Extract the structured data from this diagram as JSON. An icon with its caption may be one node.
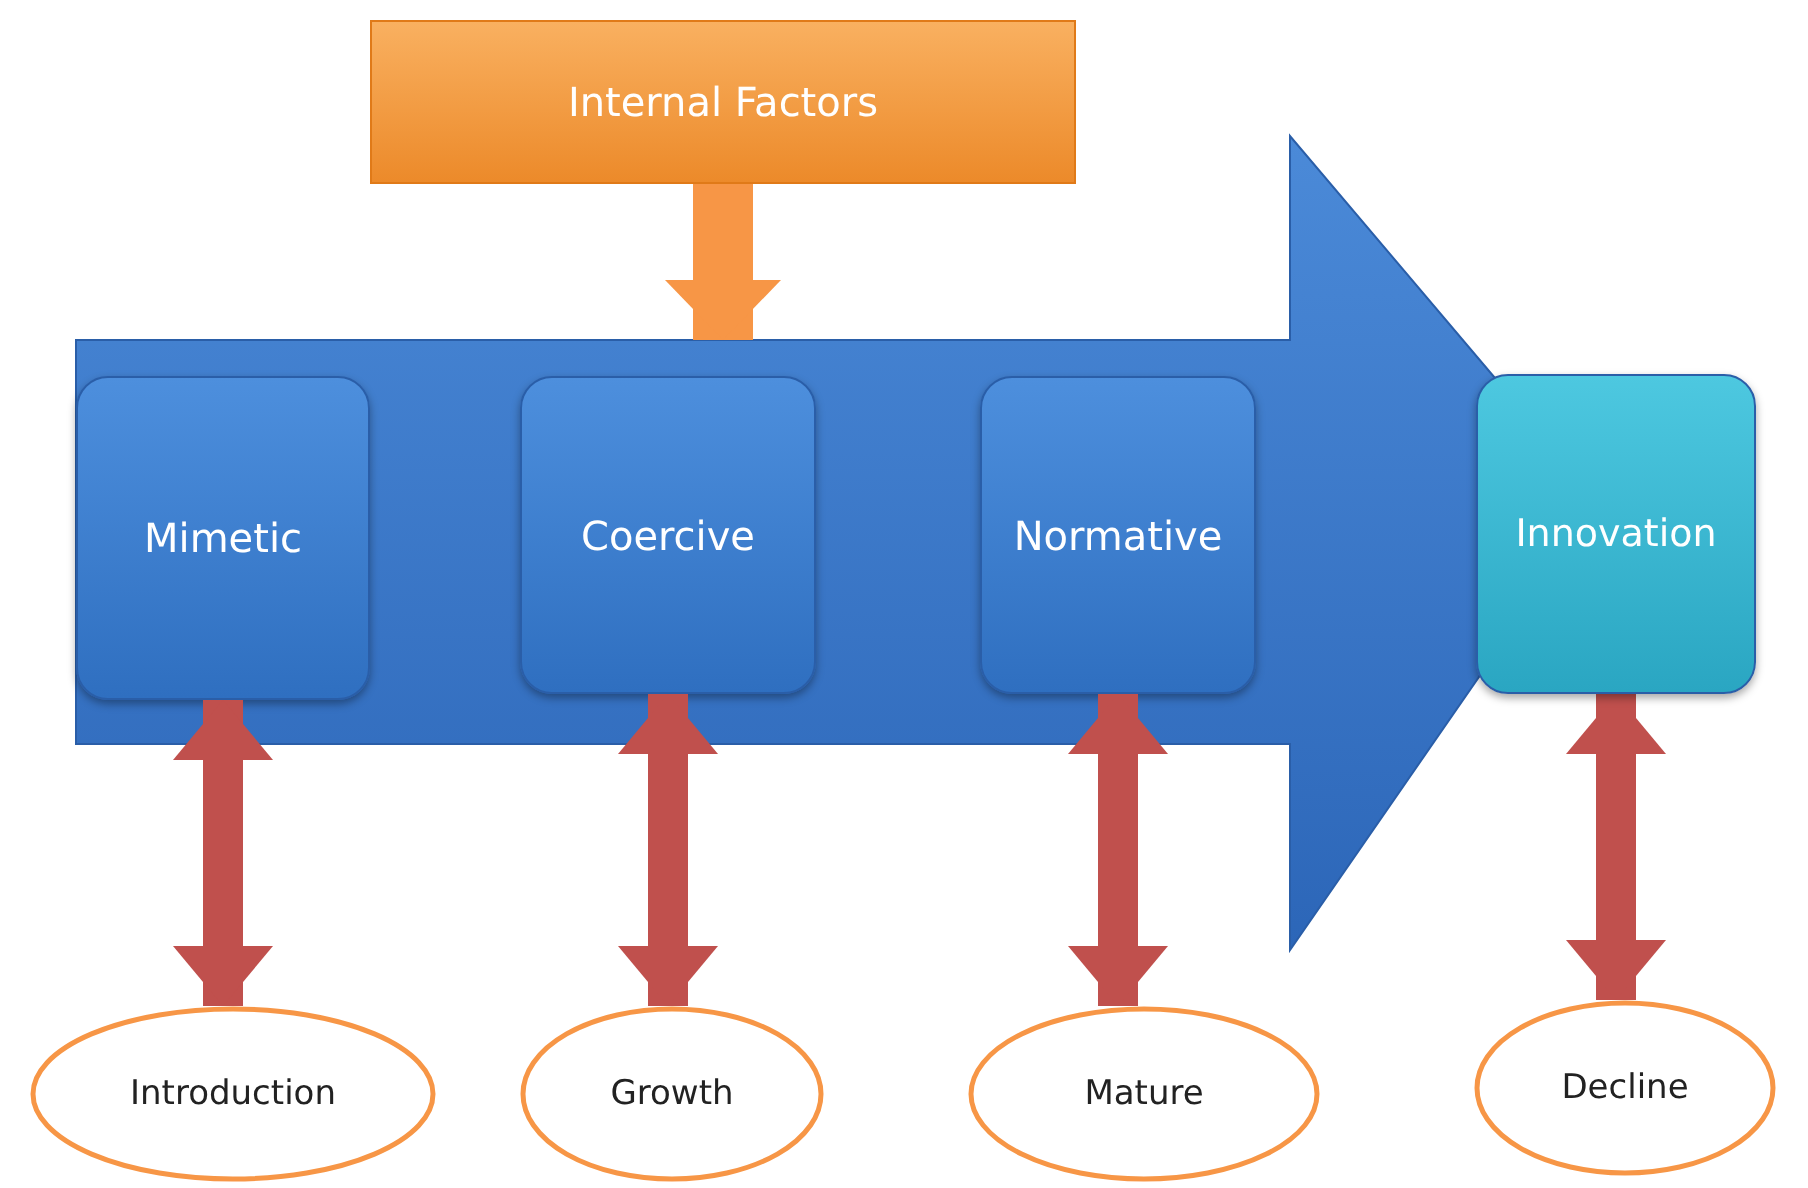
{
  "diagram": {
    "nodes": [
      {
        "text": [
          "Internal Factors"
        ]
      },
      {
        "text": [],
        "shape": "arrow"
      },
      {
        "text": [
          "Mimetic"
        ],
        "in": 1
      },
      {
        "text": [
          "Coercive"
        ],
        "in": 1
      },
      {
        "text": [
          "Normative"
        ],
        "in": 1
      },
      {
        "text": [
          "Innovation"
        ]
      },
      {
        "text": [
          "Introduction"
        ]
      },
      {
        "text": [
          "Growth"
        ]
      },
      {
        "text": [
          "Mature"
        ]
      },
      {
        "text": [
          "Decline"
        ]
      }
    ],
    "edges": [
      {
        "from": 0,
        "to": 1,
        "arrow": "to",
        "color": "#f79646"
      },
      {
        "from": 2,
        "to": 6,
        "arrow": "both"
      },
      {
        "from": 3,
        "to": 7,
        "arrow": "both"
      },
      {
        "from": 4,
        "to": 8,
        "arrow": "both"
      },
      {
        "from": 5,
        "to": 9,
        "arrow": "both"
      }
    ]
  }
}
